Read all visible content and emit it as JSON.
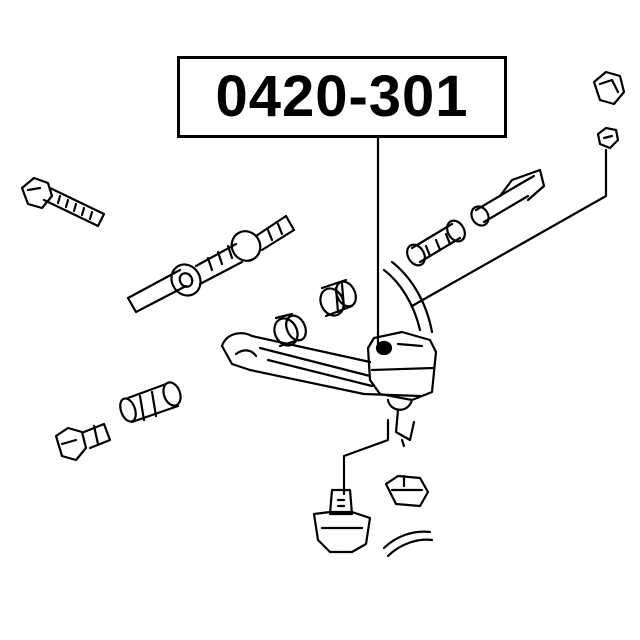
{
  "diagram": {
    "part_number": "0420-301",
    "components": [
      "bolt-top-left",
      "tie-rod-assembly",
      "bushing-pair-left",
      "bolt-lower-left",
      "upper-control-arm",
      "ball-joint",
      "bushing-center",
      "bushing-top-right-pair",
      "flange-nut",
      "washer",
      "castle-nut",
      "cotter-pin",
      "dust-boot"
    ],
    "colors": {
      "line": "#000000",
      "background": "#ffffff"
    }
  }
}
